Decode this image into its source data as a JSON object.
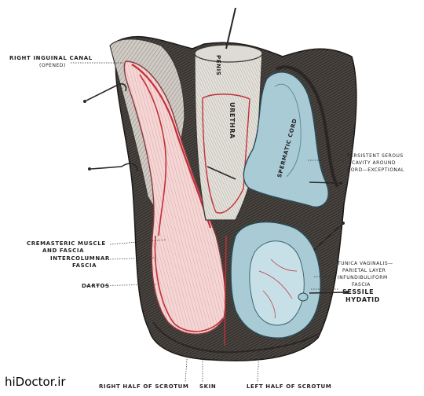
{
  "labels": {
    "right_inguinal_canal": "RIGHT INGUINAL CANAL",
    "opened": "(OPENED)",
    "penis": "PENIS",
    "urethra": "URETHRA",
    "spermatic_cord": "SPERMATIC CORD",
    "persistent_serous_1": "PERSISTENT SEROUS",
    "persistent_serous_2": "CAVITY AROUND",
    "persistent_serous_3": "CORD—EXCEPTIONAL",
    "cremasteric_1": "CREMASTERIC MUSCLE",
    "cremasteric_2": "AND FASCIA",
    "intercolumnar_1": "INTERCOLUMNAR",
    "intercolumnar_2": "FASCIA",
    "dartos": "DARTOS",
    "tunica_vaginalis": "TUNICA VAGINALIS—",
    "parietal_layer": "PARIETAL LAYER",
    "infundibuliform_1": "INFUNDIBULIFORM",
    "infundibuliform_2": "FASCIA",
    "sessile": "SESSILE",
    "hydatid": "HYDATID",
    "right_half_scrotum": "RIGHT HALF OF SCROTUM",
    "skin": "SKIN",
    "left_half_scrotum": "LEFT HALF OF SCROTUM"
  },
  "watermark": "hiDoctor.ir",
  "colors": {
    "serous_blue": "#a9cbd6",
    "muscle_red": "#c4303a",
    "skin_pink": "#f0c8c6",
    "tissue_gray": "#b8b4ae",
    "dark": "#2a2623"
  }
}
